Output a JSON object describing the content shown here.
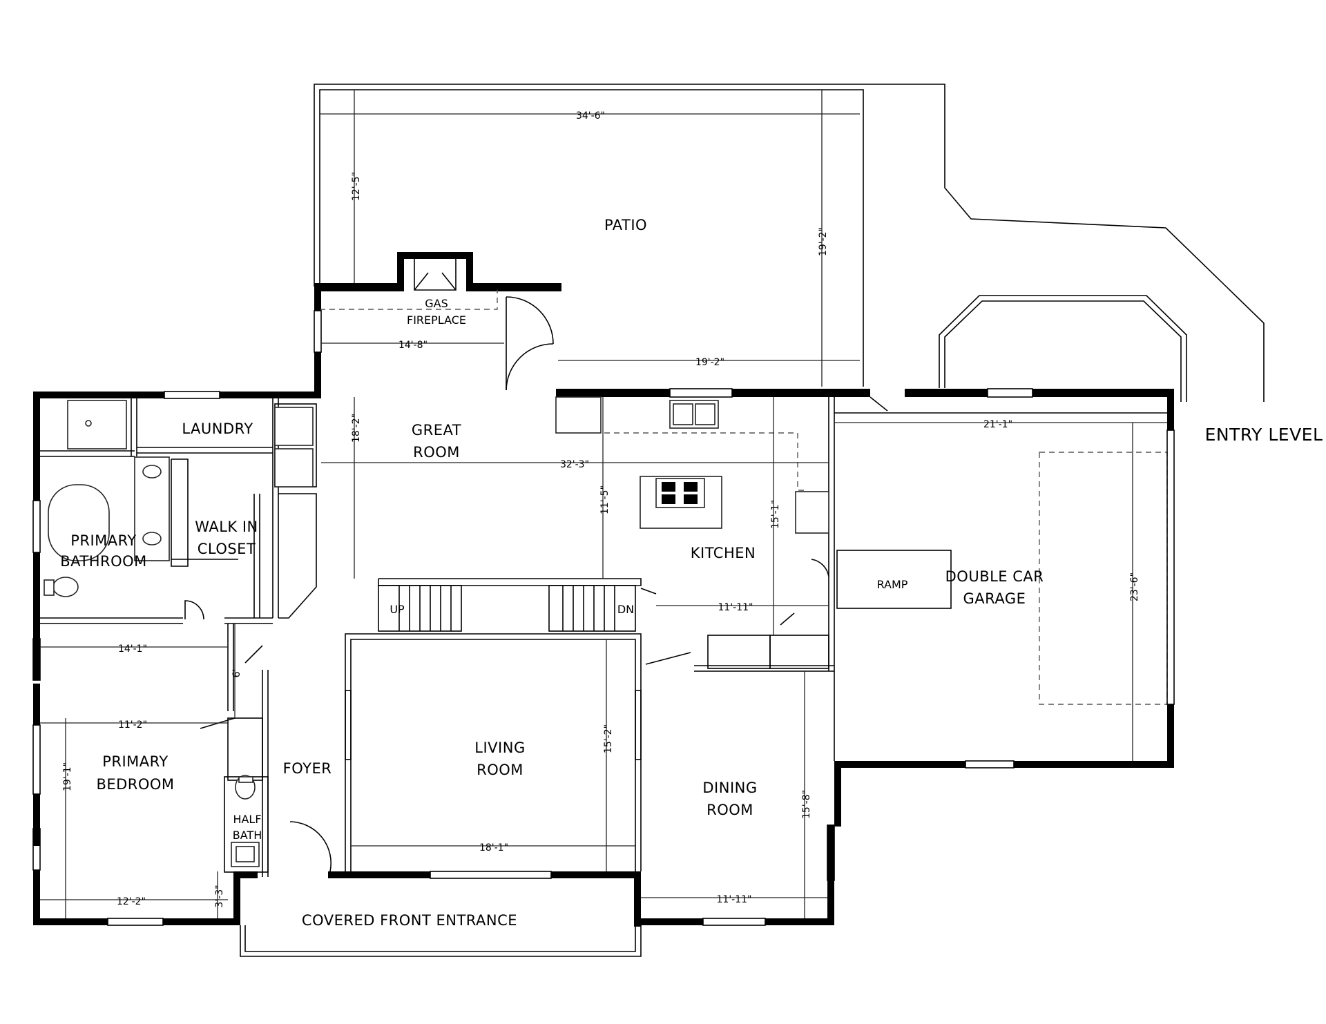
{
  "title": "ENTRY LEVEL",
  "rooms": {
    "patio": "PATIO",
    "gas_fireplace_line1": "GAS",
    "gas_fireplace_line2": "FIREPLACE",
    "great_room_line1": "GREAT",
    "great_room_line2": "ROOM",
    "laundry": "LAUNDRY",
    "walk_in_closet_line1": "WALK IN",
    "walk_in_closet_line2": "CLOSET",
    "primary_bathroom_line1": "PRIMARY",
    "primary_bathroom_line2": "BATHROOM",
    "kitchen": "KITCHEN",
    "ramp": "RAMP",
    "double_car_garage_line1": "DOUBLE CAR",
    "double_car_garage_line2": "GARAGE",
    "up": "UP",
    "dn": "DN",
    "primary_bedroom_line1": "PRIMARY",
    "primary_bedroom_line2": "BEDROOM",
    "foyer": "FOYER",
    "living_room_line1": "LIVING",
    "living_room_line2": "ROOM",
    "dining_room_line1": "DINING",
    "dining_room_line2": "ROOM",
    "half_bath_line1": "HALF",
    "half_bath_line2": "BATH",
    "covered_front_entrance": "COVERED FRONT ENTRANCE"
  },
  "dimensions": {
    "patio_width": "34'-6\"",
    "patio_depth_left": "12'-5\"",
    "patio_depth_right": "19'-2\"",
    "great_room_width_left": "14'-8\"",
    "great_room_width_right": "19'-2\"",
    "great_room_depth": "18'-2\"",
    "great_room_overall": "32'-3\"",
    "kitchen_depth_a": "11'-5\"",
    "kitchen_depth_b": "15'-1\"",
    "garage_width": "21'-1\"",
    "garage_depth": "23'-6\"",
    "kitchen_width": "11'-11\"",
    "bedroom_width_top": "14'-1\"",
    "hall_6": "6'",
    "bedroom_width_mid": "11'-2\"",
    "bedroom_depth": "19'-1\"",
    "bedroom_width_bottom": "12'-2\"",
    "entry_depth": "3'-3\"",
    "living_depth": "15'-2\"",
    "living_width": "18'-1\"",
    "dining_depth": "15'-8\"",
    "dining_width": "11'-11\""
  }
}
